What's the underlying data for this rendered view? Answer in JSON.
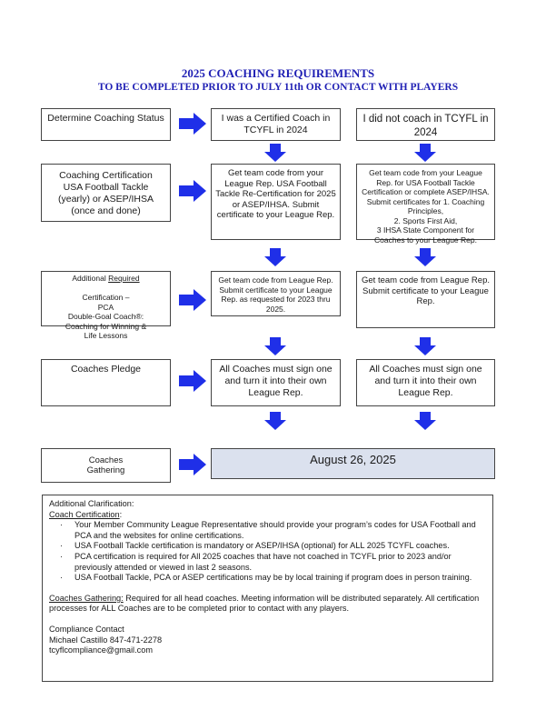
{
  "header": {
    "title": "2025 COACHING REQUIREMENTS",
    "subtitle": "TO BE COMPLETED PRIOR TO JULY 11th OR CONTACT WITH PLAYERS"
  },
  "colors": {
    "title": "#1f1fb4",
    "arrow": "#1f2fe8",
    "highlight_box": "#dbe1ee"
  },
  "rows": {
    "status": {
      "label": "Determine Coaching Status",
      "certified": "I was a Certified Coach in TCYFL in 2024",
      "not_certified": "I did not coach in TCYFL in 2024"
    },
    "certification": {
      "label": "Coaching Certification\nUSA Football Tackle\n(yearly) or ASEP/IHSA\n(once and done)",
      "certified": "Get team code from your League Rep. USA Football Tackle Re-Certification for 2025 or ASEP/IHSA. Submit certificate to your League Rep.",
      "not_certified": "Get team code from your League Rep. for USA Football Tackle Certification or complete ASEP/IHSA. Submit certificates for 1. Coaching Principles,\n2. Sports First Aid,\n3  IHSA State Component for Coaches to your League Rep."
    },
    "additional": {
      "label_pre": "Additional ",
      "label_required": "Required",
      "label_post": "\nCertification –\nPCA\nDouble-Goal Coach®:\nCoaching for Winning &\nLife Lessons",
      "certified": "Get team code from League Rep. Submit certificate to your League Rep. as requested for 2023 thru 2025.",
      "not_certified": "Get team code from League Rep. Submit certificate to your League Rep."
    },
    "pledge": {
      "label": "Coaches Pledge",
      "certified": "All Coaches must sign one and turn it into their own League Rep.",
      "not_certified": "All Coaches must sign one and turn it into their own League Rep."
    },
    "gathering": {
      "label": "Coaches\nGathering",
      "date": "August 26, 2025"
    }
  },
  "notes": {
    "heading": "Additional Clarification:",
    "coach_cert_heading": "Coach Certification",
    "coach_cert_colon": ":",
    "bullets": [
      "Your Member Community League Representative should provide your program’s codes for USA Football and PCA and the websites for online certifications.",
      "USA Football Tackle certification is mandatory or ASEP/IHSA (optional) for ALL 2025 TCYFL coaches.",
      "PCA certification is required for All 2025 coaches that have not coached in TCYFL prior to 2023 and/or previously attended or viewed in last 2 seasons.",
      "USA Football Tackle, PCA or ASEP certifications may be by local training if program does in person training."
    ],
    "gathering_heading": "Coaches Gathering:",
    "gathering_text": "  Required for all head coaches. Meeting information will be distributed separately. All certification processes for ALL Coaches are to be completed prior to contact with any players.",
    "contact_heading": "Compliance Contact",
    "contact_name": "Michael Castillo 847-471-2278",
    "contact_email": "tcyflcompliance@gmail.com"
  }
}
